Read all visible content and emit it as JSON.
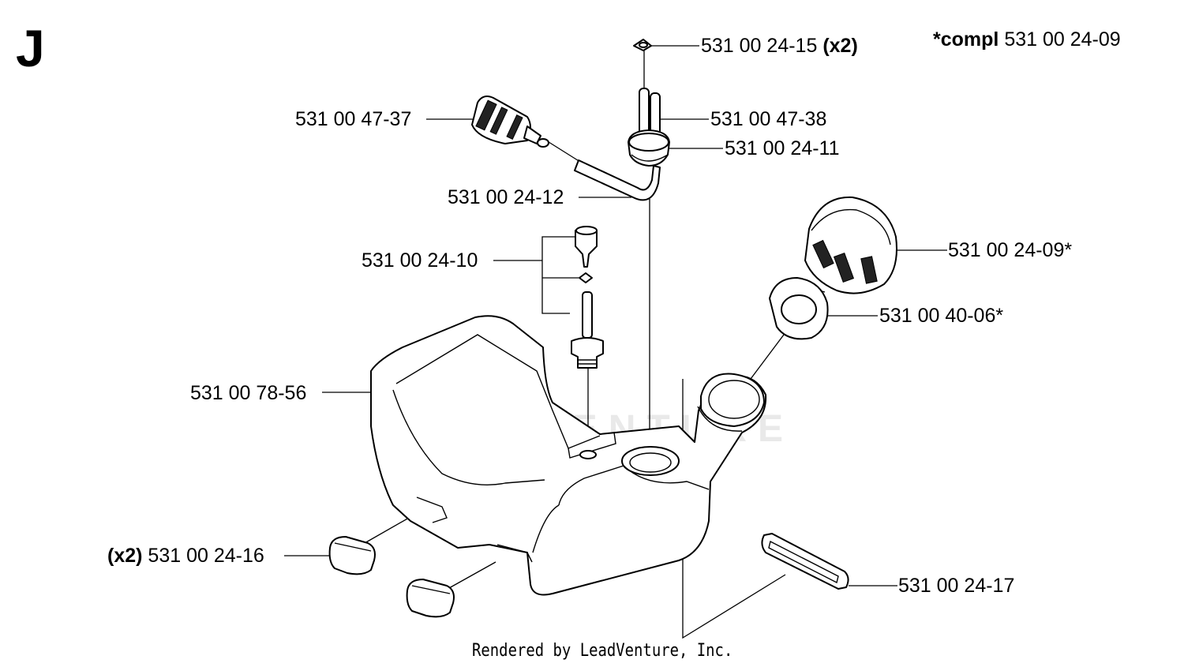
{
  "diagram": {
    "section_letter": "J",
    "kit_note": {
      "prefix": "*compl",
      "number": "531 00 24-09"
    },
    "watermark": "LEADVENTURE",
    "footer": "Rendered by LeadVenture, Inc.",
    "callouts": {
      "c1": {
        "prefix": "",
        "number": "531 00 24-15",
        "suffix": "(x2)"
      },
      "c2": {
        "prefix": "",
        "number": "531 00 47-37",
        "suffix": ""
      },
      "c3": {
        "prefix": "",
        "number": "531 00 47-38",
        "suffix": ""
      },
      "c4": {
        "prefix": "",
        "number": "531 00 24-11",
        "suffix": ""
      },
      "c5": {
        "prefix": "",
        "number": "531 00 24-12",
        "suffix": ""
      },
      "c6": {
        "prefix": "",
        "number": "531 00 24-10",
        "suffix": ""
      },
      "c7": {
        "prefix": "",
        "number": "531 00 24-09*",
        "suffix": ""
      },
      "c8": {
        "prefix": "",
        "number": "531 00 40-06*",
        "suffix": ""
      },
      "c9": {
        "prefix": "",
        "number": "531 00 78-56",
        "suffix": ""
      },
      "c10": {
        "prefix": "(x2)",
        "number": "531 00 24-16",
        "suffix": ""
      },
      "c11": {
        "prefix": "",
        "number": "531 00 24-17",
        "suffix": ""
      }
    }
  }
}
